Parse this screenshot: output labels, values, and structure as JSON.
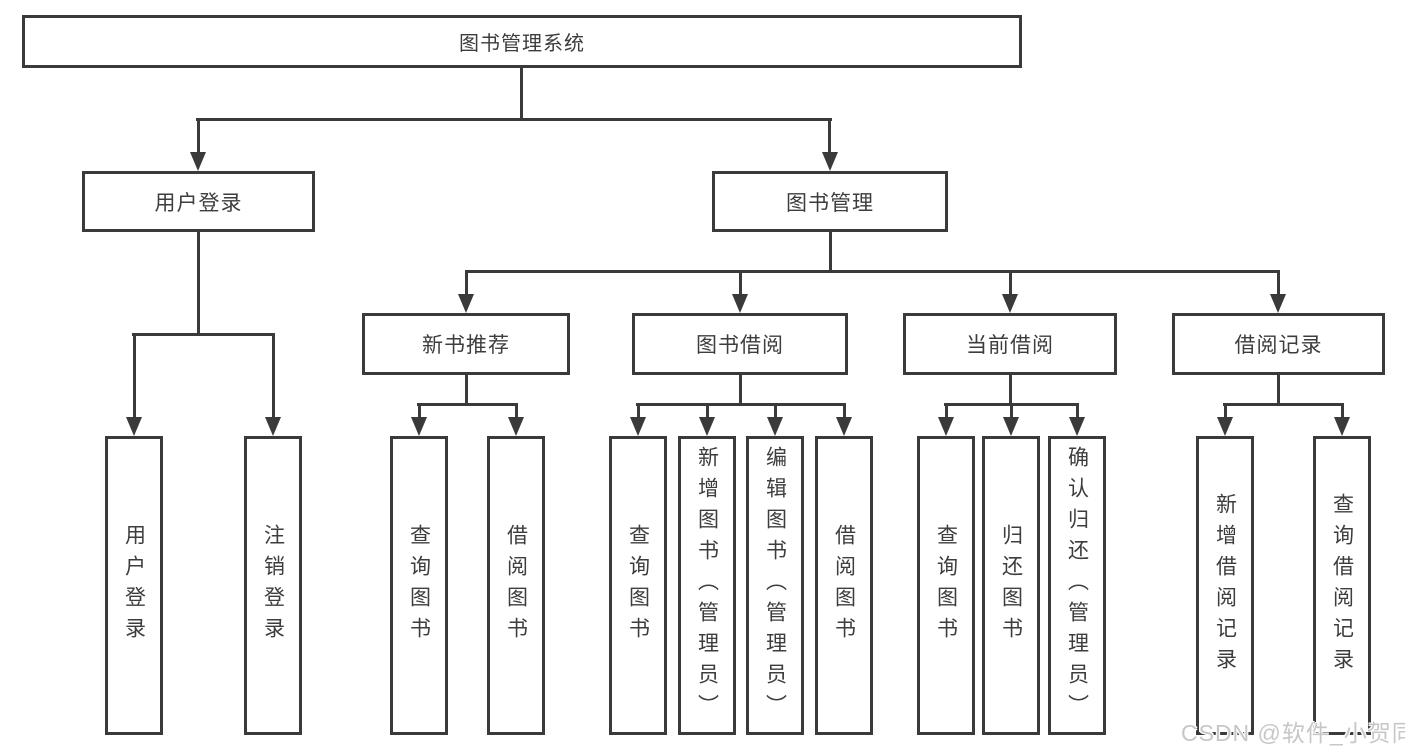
{
  "diagram": {
    "root": {
      "label": "图书管理系统"
    },
    "level2": [
      {
        "label": "用户登录"
      },
      {
        "label": "图书管理"
      }
    ],
    "level3": [
      {
        "label": "新书推荐"
      },
      {
        "label": "图书借阅"
      },
      {
        "label": "当前借阅"
      },
      {
        "label": "借阅记录"
      }
    ],
    "leaves": {
      "user_login": [
        {
          "label": "用户登录"
        },
        {
          "label": "注销登录"
        }
      ],
      "new_book_recommend": [
        {
          "label": "查询图书"
        },
        {
          "label": "借阅图书"
        }
      ],
      "book_borrow": [
        {
          "label": "查询图书"
        },
        {
          "label": "新增图书（管理员）"
        },
        {
          "label": "编辑图书（管理员）"
        },
        {
          "label": "借阅图书"
        }
      ],
      "current_borrow": [
        {
          "label": "查询图书"
        },
        {
          "label": "归还图书"
        },
        {
          "label": "确认归还（管理员）"
        }
      ],
      "borrow_records": [
        {
          "label": "新增借阅记录"
        },
        {
          "label": "查询借阅记录"
        }
      ]
    }
  },
  "watermark": {
    "text": "CSDN @软件_小贺同学"
  },
  "colors": {
    "line": "#3a3a3a",
    "text": "#3d3d3d",
    "background": "#ffffff",
    "watermark": "#c7c7c7"
  }
}
